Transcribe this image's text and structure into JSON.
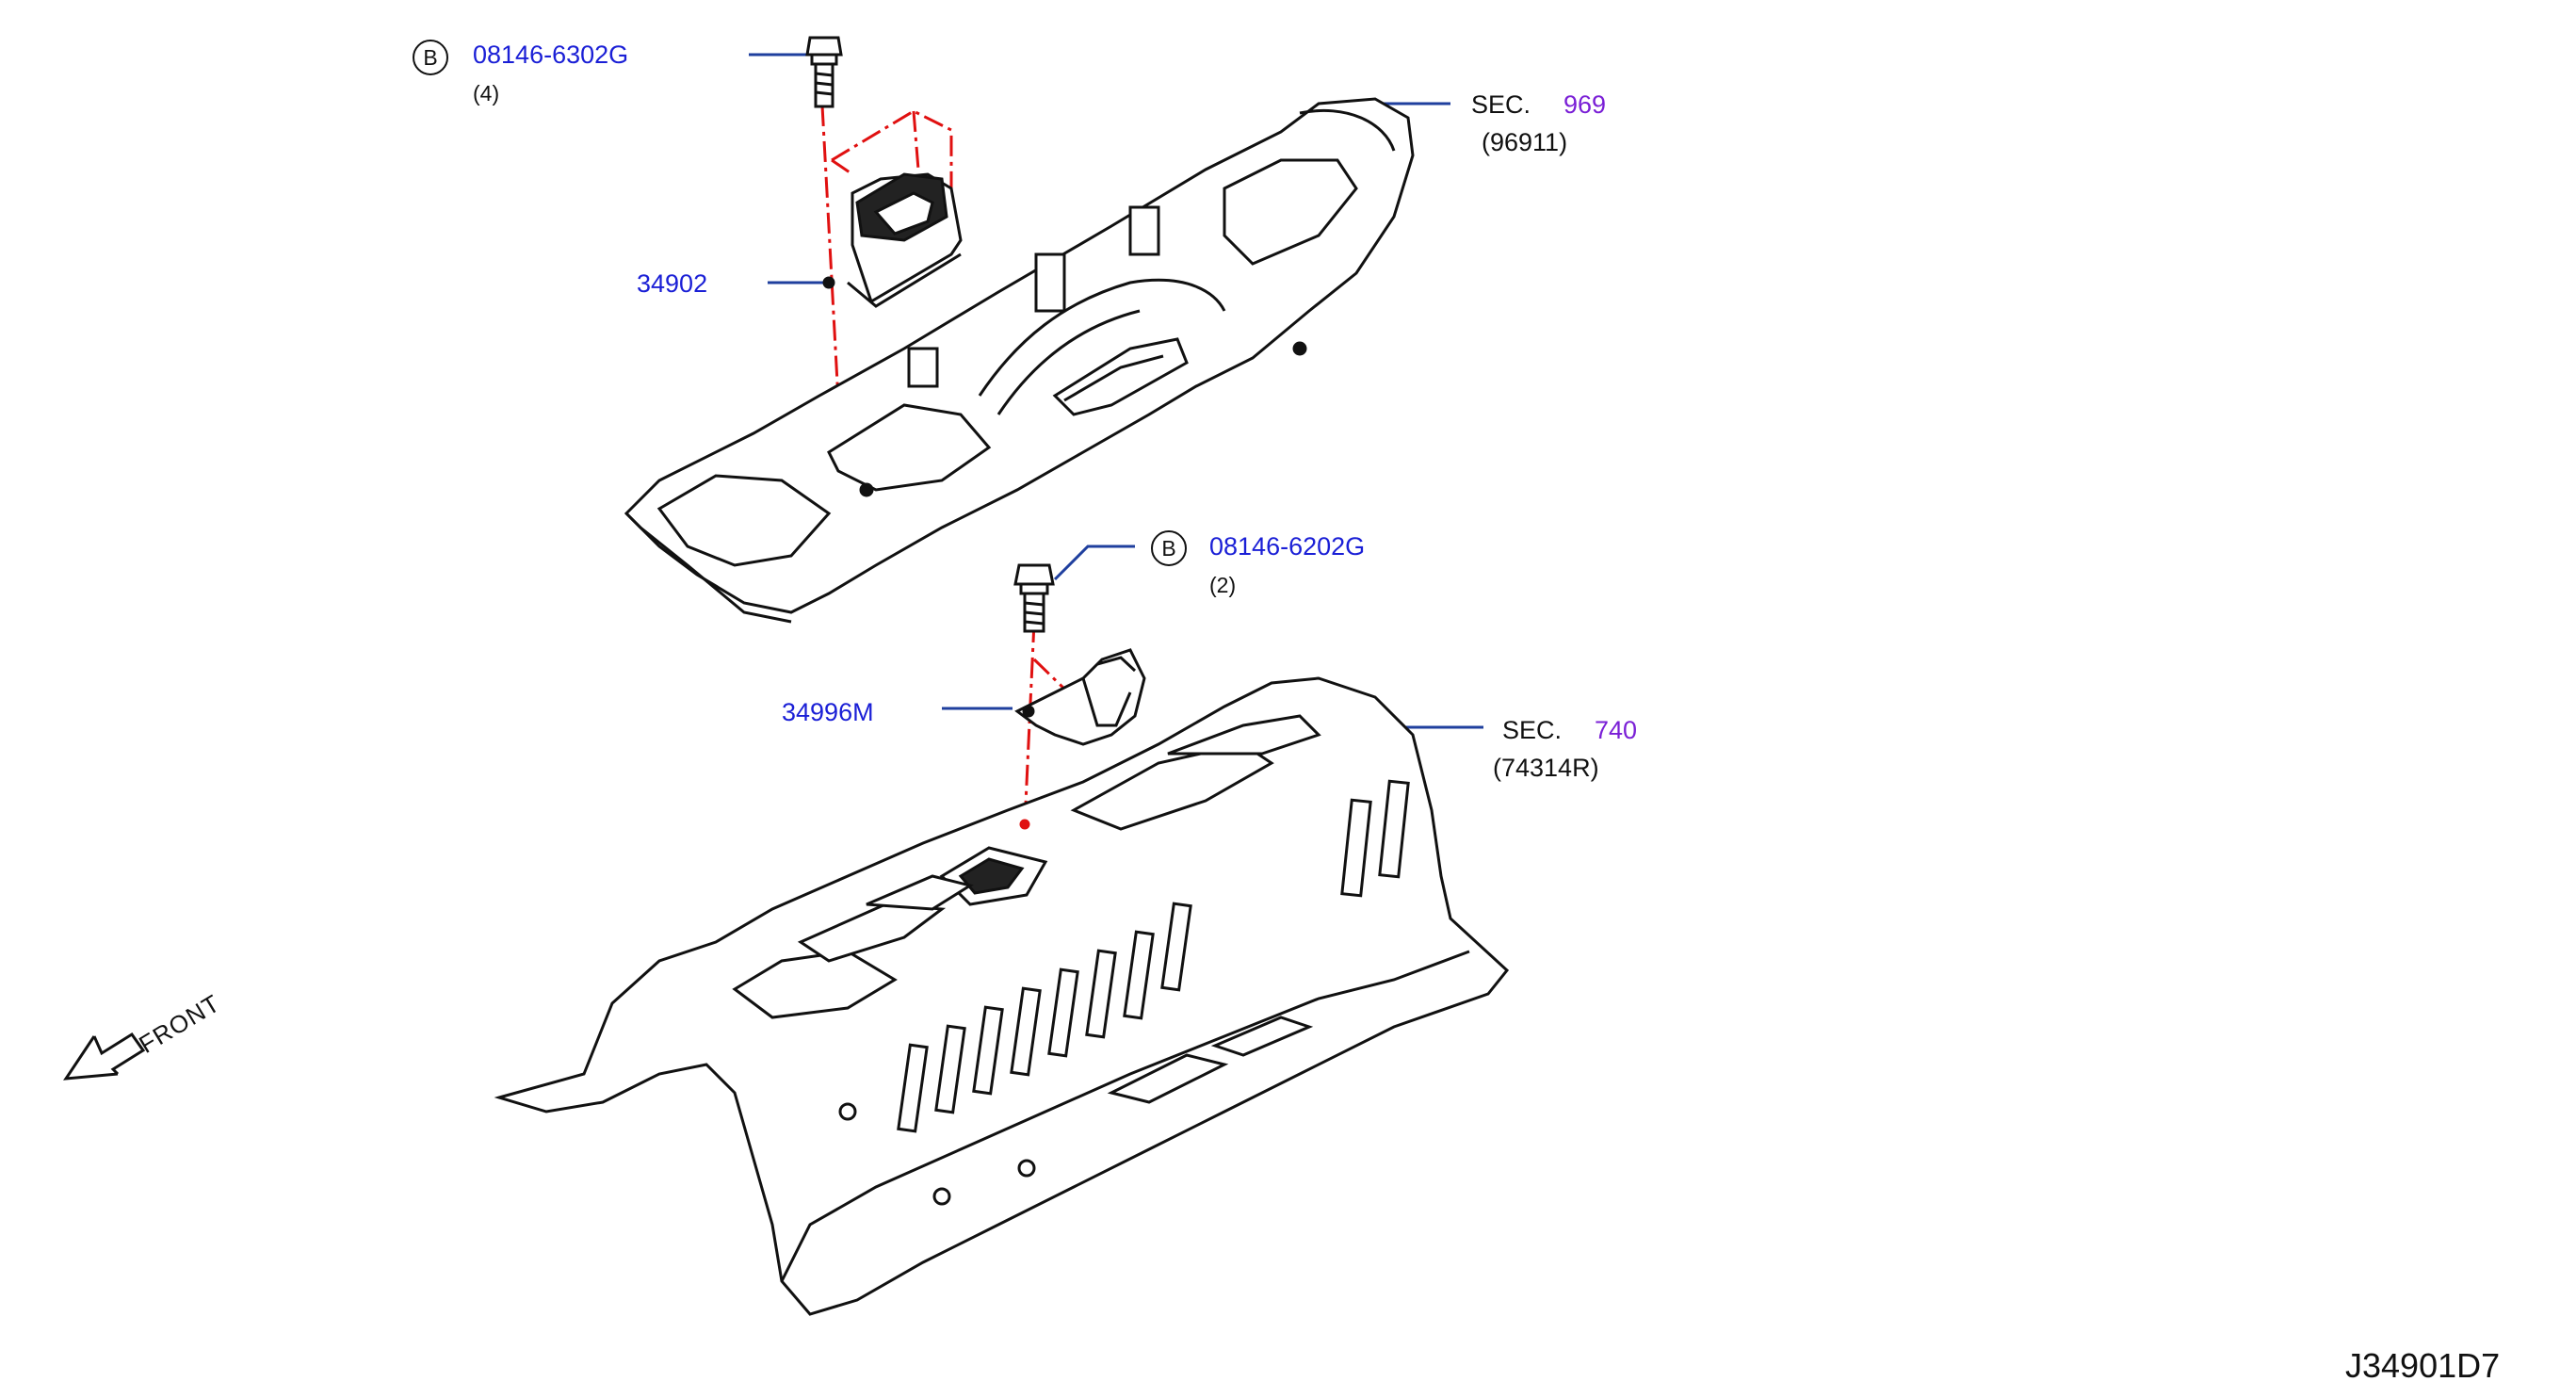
{
  "callouts": [
    {
      "id": "bolt-upper",
      "marker": "B",
      "part_number": "08146-6302G",
      "quantity": "(4)"
    },
    {
      "id": "shift-selector",
      "part_number": "34902"
    },
    {
      "id": "bolt-lower",
      "marker": "B",
      "part_number": "08146-6202G",
      "quantity": "(2)"
    },
    {
      "id": "bracket",
      "part_number": "34996M"
    }
  ],
  "sections": [
    {
      "id": "console",
      "prefix": "SEC.",
      "number": "969",
      "sub": "(96911)"
    },
    {
      "id": "floor",
      "prefix": "SEC.",
      "number": "740",
      "sub": "(74314R)"
    }
  ],
  "direction_label": "FRONT",
  "diagram_ref": "J34901D7",
  "colors": {
    "leader": "#1f3f9e",
    "part_number": "#1a1fd6",
    "section_number": "#7a1fd6",
    "center_line": "#e01010",
    "outline": "#111111"
  }
}
